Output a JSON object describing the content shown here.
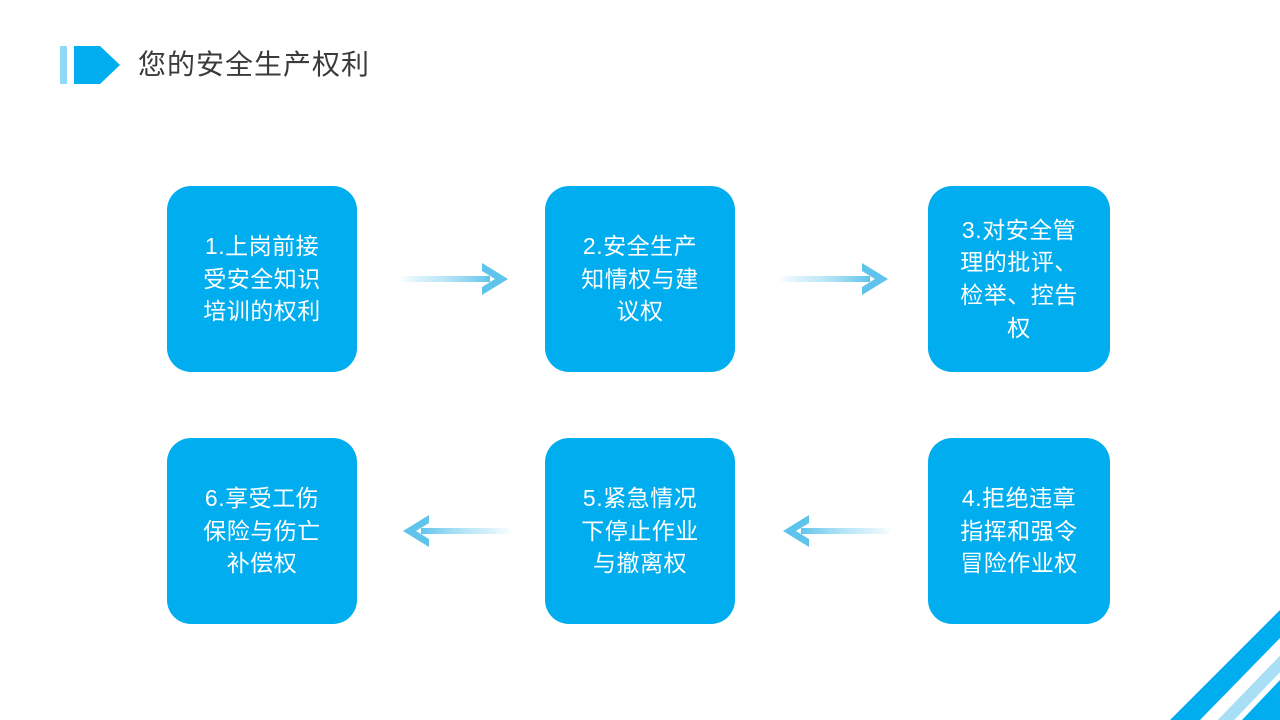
{
  "slide": {
    "title": "您的安全生产权利",
    "background_color": "#FFFFFF",
    "accent_color": "#00ADEF",
    "accent_light_color": "#8FD9F5",
    "title_color": "#3B3B3B"
  },
  "title_decoration": {
    "bar_name": "title-accent-bar",
    "arrow_name": "title-accent-arrow",
    "bar_color": "#8FD9F5",
    "arrow_color": "#00ADEF"
  },
  "flow": {
    "nodes": [
      {
        "id": 1,
        "label": "1.上岗前接\n受安全知识\n培训的权利"
      },
      {
        "id": 2,
        "label": "2.安全生产\n知情权与建\n议权"
      },
      {
        "id": 3,
        "label": "3.对安全管\n理的批评、\n检举、控告\n权"
      },
      {
        "id": 4,
        "label": "4.拒绝违章\n指挥和强令\n冒险作业权"
      },
      {
        "id": 5,
        "label": "5.紧急情况\n下停止作业\n与撤离权"
      },
      {
        "id": 6,
        "label": "6.享受工伤\n保险与伤亡\n补偿权"
      }
    ],
    "connectors": [
      {
        "id": 1,
        "direction": "right",
        "from": 1,
        "to": 2
      },
      {
        "id": 2,
        "direction": "right",
        "from": 2,
        "to": 3
      },
      {
        "id": 3,
        "direction": "left",
        "from": 4,
        "to": 5
      },
      {
        "id": 4,
        "direction": "left",
        "from": 5,
        "to": 6
      }
    ],
    "connector_color": "#6FC9EE"
  },
  "corner_decoration": {
    "name": "corner-ribbon",
    "color": "#00ADEF",
    "stripe_color": "#A9DFF5"
  }
}
